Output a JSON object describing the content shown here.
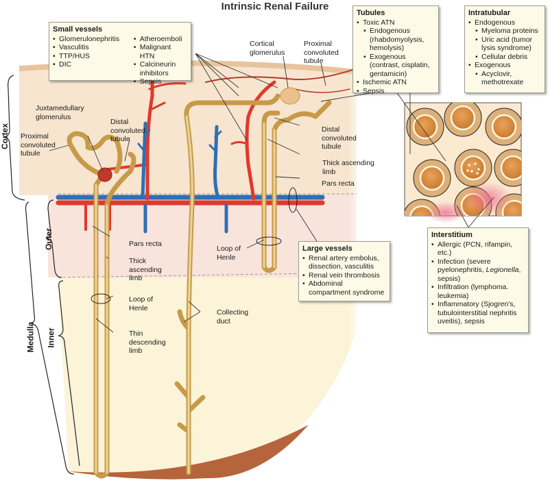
{
  "title": "Intrinsic Renal Failure",
  "regions": {
    "cortex": "Cortex",
    "medulla": "Medulla",
    "outer": "Outer",
    "inner": "Inner"
  },
  "labels": {
    "cortical_glomerulus": [
      "Cortical",
      "glomerulus"
    ],
    "proximal_tubule_top": [
      "Proximal",
      "convoluted",
      "tubule"
    ],
    "juxtamedullary_glomerulus": [
      "Juxtamedullary",
      "glomerulus"
    ],
    "distal_tubule_left": [
      "Distal",
      "convoluted",
      "tubule"
    ],
    "proximal_tubule_left": [
      "Proximal",
      "convoluted",
      "tubule"
    ],
    "distal_tubule_right": [
      "Distal",
      "convoluted",
      "tubule"
    ],
    "thick_ascending_right": [
      "Thick ascending",
      "limb"
    ],
    "pars_recta_right": [
      "Pars recta"
    ],
    "pars_recta_left": [
      "Pars recta"
    ],
    "thick_ascending_left": [
      "Thick",
      "ascending",
      "limb"
    ],
    "loop_of_henle_left": [
      "Loop of",
      "Henle"
    ],
    "thin_descending": [
      "Thin",
      "descending",
      "limb"
    ],
    "loop_of_henle_right": [
      "Loop of",
      "Henle"
    ],
    "collecting_duct": [
      "Collecting",
      "duct"
    ]
  },
  "boxes": {
    "small_vessels": {
      "heading": "Small vessels",
      "col1": [
        "Glomerulonephritis",
        "Vasculitis",
        "TTP/HUS",
        "DIC"
      ],
      "col2": [
        "Atheroemboli",
        "Malignant HTN",
        "Calcineurin inhibitors",
        "Sepsis"
      ]
    },
    "tubules": {
      "heading": "Tubules",
      "items": [
        {
          "text": "Toxic ATN",
          "level": 0
        },
        {
          "text": "Endogenous (rhabdomyolysis, hemolysis)",
          "level": 1
        },
        {
          "text": "Exogenous (contrast, cisplatin, gentamicin)",
          "level": 1
        },
        {
          "text": "Ischemic ATN",
          "level": 0
        },
        {
          "text": "Sepsis",
          "level": 0
        }
      ]
    },
    "intratubular": {
      "heading": "Intratubular",
      "items": [
        {
          "text": "Endogenous",
          "level": 0
        },
        {
          "text": "Myeloma proteins",
          "level": 1
        },
        {
          "text": "Uric acid (tumor lysis syndrome)",
          "level": 1
        },
        {
          "text": "Cellular debris",
          "level": 1
        },
        {
          "text": "Exogenous",
          "level": 0
        },
        {
          "text": "Acyclovir, methotrexate",
          "level": 1
        }
      ]
    },
    "large_vessels": {
      "heading": "Large vessels",
      "items": [
        "Renal artery embolus, dissection, vasculitis",
        "Renal vein thrombosis",
        "Abdominal compartment syndrome"
      ]
    },
    "interstitium": {
      "heading": "Interstitium",
      "items": [
        "Allergic (PCN, rifampin, etc.)",
        "Infection (severe pyelonephritis, Legionella, sepsis)",
        "Infiltration (lymphoma. leukemia)",
        "Inflammatory (Sjogren's, tubulointerstitial nephritis uveitis), sepsis"
      ]
    }
  },
  "colors": {
    "artery": "#e0392b",
    "vein": "#2f6fb5",
    "tubule": "#dcb46a",
    "cortex_bg": "#f7e3cf",
    "outer_medulla_bg": "#f9e2da",
    "inner_medulla_bg": "#fbf3d8",
    "papilla": "#b5643c"
  }
}
